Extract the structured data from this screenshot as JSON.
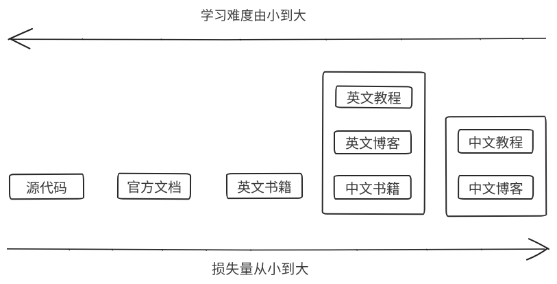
{
  "diagram": {
    "top_arrow": {
      "label": "学习难度由小到大",
      "direction": "left"
    },
    "bottom_arrow": {
      "label": "损失量从小到大",
      "direction": "right"
    },
    "nodes": [
      {
        "label": "源代码"
      },
      {
        "label": "官方文档"
      },
      {
        "label": "英文书籍"
      }
    ],
    "groups": [
      {
        "items": [
          {
            "label": "英文教程"
          },
          {
            "label": "英文博客"
          },
          {
            "label": "中文书籍"
          }
        ]
      },
      {
        "items": [
          {
            "label": "中文教程"
          },
          {
            "label": "中文博客"
          }
        ]
      }
    ]
  },
  "colors": {
    "background": "#ffffff",
    "stroke": "#282828",
    "text": "#3c3c3c"
  }
}
